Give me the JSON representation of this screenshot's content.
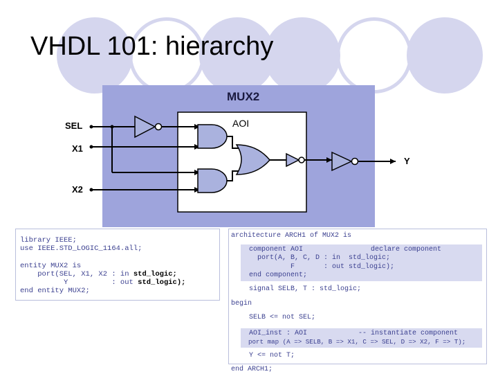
{
  "slide": {
    "title": "VHDL 101: hierarchy"
  },
  "diagram": {
    "block_label": "MUX2",
    "inner_block_label": "AOI",
    "inputs": [
      "SEL",
      "X1",
      "X2"
    ],
    "output": "Y"
  },
  "code_left": {
    "lines": [
      "library IEEE;",
      "use IEEE.STD_LOGIC_1164.all;",
      "",
      "entity MUX2 is",
      "    port(SEL, X1, X2 : in",
      "          Y          : out",
      "end entity MUX2;"
    ],
    "type_in": "std_logic;",
    "type_out": "std_logic);"
  },
  "code_right": {
    "line_arch": "architecture ARCH1 of MUX2 is",
    "line_component": "  component AOI",
    "comment_declare": "declare component",
    "line_port1": "    port(A, B, C, D : in  std_logic;",
    "line_port2": "            F       : out std_logic);",
    "line_endcomp": "  end component;",
    "line_signal": "  signal SELB, T : std_logic;",
    "line_begin": "begin",
    "line_selb": "  SELB <= not SEL;",
    "line_inst": "  AOI_inst : AOI",
    "comment_inst": "-- instantiate component",
    "line_portmap": "  port map (A => SELB, B => X1, C => SEL, D => X2, F => T);",
    "line_y": "  Y <= not T;",
    "line_end": "end ARCH1;"
  },
  "colors": {
    "decor": "#d5d6ee",
    "block_fill": "#9ea4dc",
    "gate_fill": "#aab2de",
    "code_text": "#3a3f8f"
  }
}
